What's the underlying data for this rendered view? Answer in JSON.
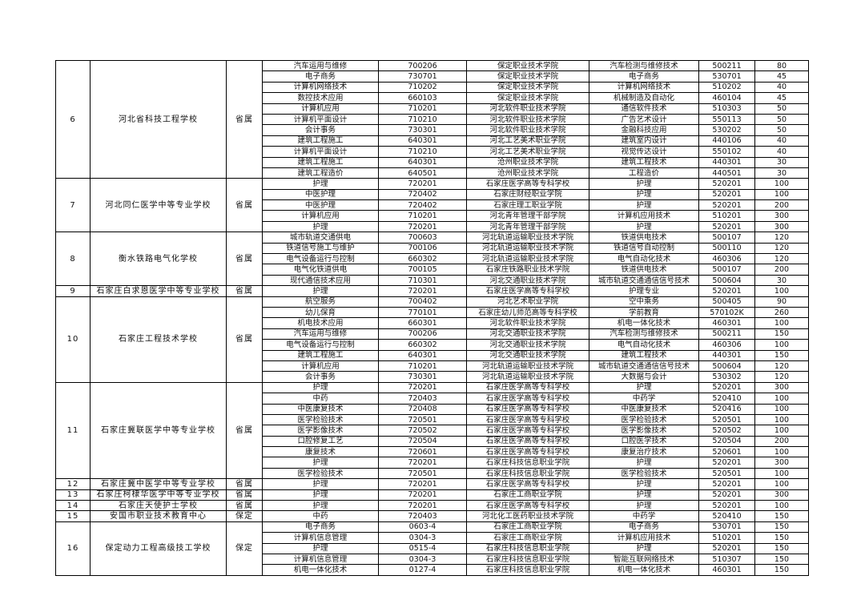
{
  "groups": [
    {
      "no": "6",
      "school": "河北省科技工程学校",
      "type": "省属",
      "rows": [
        [
          "汽车运用与维修",
          "700206",
          "保定职业技术学院",
          "汽车检测与维修技术",
          "500211",
          "80"
        ],
        [
          "电子商务",
          "730701",
          "保定职业技术学院",
          "电子商务",
          "530701",
          "45"
        ],
        [
          "计算机网络技术",
          "710202",
          "保定职业技术学院",
          "计算机网络技术",
          "510202",
          "40"
        ],
        [
          "数控技术应用",
          "660103",
          "保定职业技术学院",
          "机械制造及自动化",
          "460104",
          "45"
        ],
        [
          "计算机应用",
          "710201",
          "河北软件职业技术学院",
          "通信软件技术",
          "510303",
          "50"
        ],
        [
          "计算机平面设计",
          "710210",
          "河北软件职业技术学院",
          "广告艺术设计",
          "550113",
          "50"
        ],
        [
          "会计事务",
          "730301",
          "河北软件职业技术学院",
          "金融科技应用",
          "530202",
          "50"
        ],
        [
          "建筑工程施工",
          "640301",
          "河北工艺美术职业学院",
          "建筑室内设计",
          "440106",
          "40"
        ],
        [
          "计算机平面设计",
          "710210",
          "河北工艺美术职业学院",
          "视觉传达设计",
          "550102",
          "40"
        ],
        [
          "建筑工程施工",
          "640301",
          "沧州职业技术学院",
          "建筑工程技术",
          "440301",
          "30"
        ],
        [
          "建筑工程造价",
          "640501",
          "沧州职业技术学院",
          "工程造价",
          "440501",
          "30"
        ]
      ]
    },
    {
      "no": "7",
      "school": "河北同仁医学中等专业学校",
      "type": "省属",
      "rows": [
        [
          "护理",
          "720201",
          "石家庄医学高等专科学校",
          "护理",
          "520201",
          "100"
        ],
        [
          "中医护理",
          "720402",
          "石家庄财经职业学院",
          "护理",
          "520201",
          "100"
        ],
        [
          "中医护理",
          "720402",
          "石家庄理工职业学院",
          "护理",
          "520201",
          "200"
        ],
        [
          "计算机应用",
          "710201",
          "河北青年管理干部学院",
          "计算机应用技术",
          "510201",
          "300"
        ],
        [
          "护理",
          "720201",
          "河北青年管理干部学院",
          "护理",
          "520201",
          "300"
        ]
      ]
    },
    {
      "no": "8",
      "school": "衡水铁路电气化学校",
      "type": "省属",
      "rows": [
        [
          "城市轨道交通供电",
          "700603",
          "河北轨道运输职业技术学院",
          "铁道供电技术",
          "500107",
          "120"
        ],
        [
          "铁道信号施工与维护",
          "700106",
          "河北轨道运输职业技术学院",
          "铁道信号自动控制",
          "500110",
          "120"
        ],
        [
          "电气设备运行与控制",
          "660302",
          "河北轨道运输职业技术学院",
          "电气自动化技术",
          "460306",
          "120"
        ],
        [
          "电气化铁道供电",
          "700105",
          "石家庄铁路职业技术学院",
          "铁道供电技术",
          "500107",
          "200"
        ],
        [
          "现代通信技术应用",
          "710301",
          "河北交通职业技术学院",
          "城市轨道交通通信信号技术",
          "500604",
          "30"
        ]
      ]
    },
    {
      "no": "9",
      "school": "石家庄白求恩医学中等专业学校",
      "type": "省属",
      "rows": [
        [
          "护理",
          "720201",
          "石家庄医学高等专科学校",
          "护理专业",
          "520201",
          "100"
        ]
      ]
    },
    {
      "no": "10",
      "school": "石家庄工程技术学校",
      "type": "省属",
      "rows": [
        [
          "航空服务",
          "700402",
          "河北艺术职业学院",
          "空中乘务",
          "500405",
          "90"
        ],
        [
          "幼儿保育",
          "770101",
          "石家庄幼儿师范高等专科学校",
          "学前教育",
          "570102K",
          "260"
        ],
        [
          "机电技术应用",
          "660301",
          "河北软件职业技术学院",
          "机电一体化技术",
          "460301",
          "100"
        ],
        [
          "汽车运用与维修",
          "700206",
          "河北交通职业技术学院",
          "汽车检测与维修技术",
          "500211",
          "150"
        ],
        [
          "电气设备运行与控制",
          "660302",
          "河北交通职业技术学院",
          "电气自动化技术",
          "460306",
          "100"
        ],
        [
          "建筑工程施工",
          "640301",
          "河北交通职业技术学院",
          "建筑工程技术",
          "440301",
          "150"
        ],
        [
          "计算机应用",
          "710201",
          "河北轨道运输职业技术学院",
          "城市轨道交通通信信号技术",
          "500604",
          "120"
        ],
        [
          "会计事务",
          "730301",
          "河北轨道运输职业技术学院",
          "大数据与会计",
          "530302",
          "120"
        ]
      ]
    },
    {
      "no": "11",
      "school": "石家庄冀联医学中等专业学校",
      "type": "省属",
      "rows": [
        [
          "护理",
          "720201",
          "石家庄医学高等专科学校",
          "护理",
          "520201",
          "300"
        ],
        [
          "中药",
          "720403",
          "石家庄医学高等专科学校",
          "中药学",
          "520410",
          "100"
        ],
        [
          "中医康复技术",
          "720408",
          "石家庄医学高等专科学校",
          "中医康复技术",
          "520416",
          "100"
        ],
        [
          "医学检验技术",
          "720501",
          "石家庄医学高等专科学校",
          "医学检验技术",
          "520501",
          "100"
        ],
        [
          "医学影像技术",
          "720502",
          "石家庄医学高等专科学校",
          "医学影像技术",
          "520502",
          "100"
        ],
        [
          "口腔修复工艺",
          "720504",
          "石家庄医学高等专科学校",
          "口腔医学技术",
          "520504",
          "200"
        ],
        [
          "康复技术",
          "720601",
          "石家庄医学高等专科学校",
          "康复治疗技术",
          "520601",
          "100"
        ],
        [
          "护理",
          "720201",
          "石家庄科技信息职业学院",
          "护理",
          "520201",
          "300"
        ],
        [
          "医学检验技术",
          "720501",
          "石家庄科技信息职业学院",
          "医学检验技术",
          "520501",
          "100"
        ]
      ]
    },
    {
      "no": "12",
      "school": "石家庄冀中医学中等专业学校",
      "type": "省属",
      "rows": [
        [
          "护理",
          "720201",
          "石家庄医学高等专科学校",
          "护理",
          "520201",
          "100"
        ]
      ]
    },
    {
      "no": "13",
      "school": "石家庄柯棣华医学中等专业学校",
      "type": "省属",
      "rows": [
        [
          "护理",
          "720201",
          "石家庄工商职业学院",
          "护理",
          "520201",
          "300"
        ]
      ]
    },
    {
      "no": "14",
      "school": "石家庄天使护士学校",
      "type": "省属",
      "rows": [
        [
          "护理",
          "720201",
          "石家庄医学高等专科学校",
          "护理",
          "520201",
          "100"
        ]
      ]
    },
    {
      "no": "15",
      "school": "安国市职业技术教育中心",
      "type": "保定",
      "rows": [
        [
          "中药",
          "720403",
          "河北化工医药职业技术学院",
          "中药学",
          "520410",
          "150"
        ]
      ]
    },
    {
      "no": "16",
      "school": "保定动力工程高级技工学校",
      "type": "保定",
      "rows": [
        [
          "电子商务",
          "0603-4",
          "石家庄工商职业学院",
          "电子商务",
          "530701",
          "150"
        ],
        [
          "计算机信息管理",
          "0304-3",
          "石家庄工商职业学院",
          "计算机应用技术",
          "510201",
          "150"
        ],
        [
          "护理",
          "0515-4",
          "石家庄科技信息职业学院",
          "护理",
          "520201",
          "150"
        ],
        [
          "计算机信息管理",
          "0304-3",
          "石家庄科技信息职业学院",
          "智能互联网络技术",
          "510307",
          "150"
        ],
        [
          "机电一体化技术",
          "0127-4",
          "石家庄科技信息职业学院",
          "机电一体化技术",
          "460301",
          "150"
        ]
      ]
    }
  ]
}
